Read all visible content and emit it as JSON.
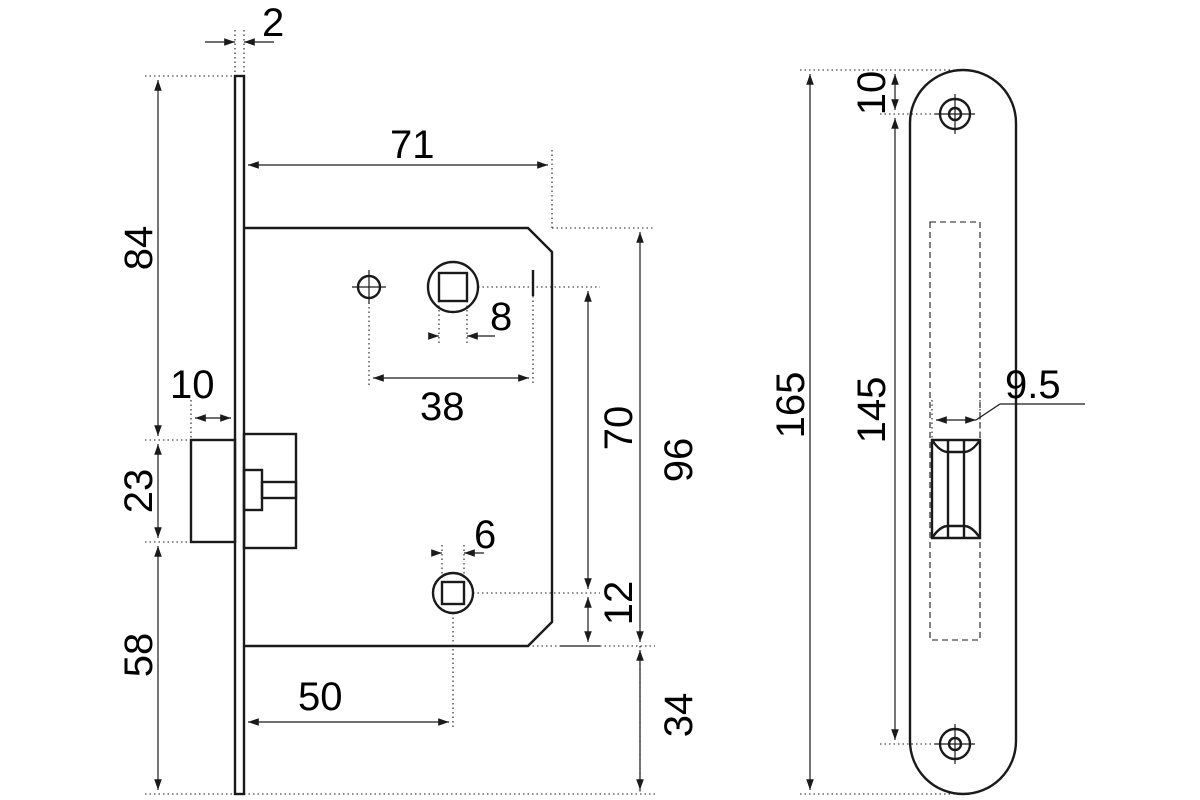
{
  "drawing": {
    "dimensions": {
      "plate_thickness": "2",
      "overall_upper": "84",
      "latch_projection": "10",
      "latch_height": "23",
      "overall_lower": "58",
      "case_depth": "71",
      "spindle_square": "8",
      "center_distance": "38",
      "handle_to_lock_distance": "70",
      "case_height": "96",
      "lock_square": "6",
      "lock_offset": "12",
      "backset": "50",
      "plate_bottom_extension": "34",
      "strike_length": "165",
      "strike_hole_spacing": "145",
      "strike_hole_offset": "10",
      "strike_opening_width": "9.5"
    }
  }
}
